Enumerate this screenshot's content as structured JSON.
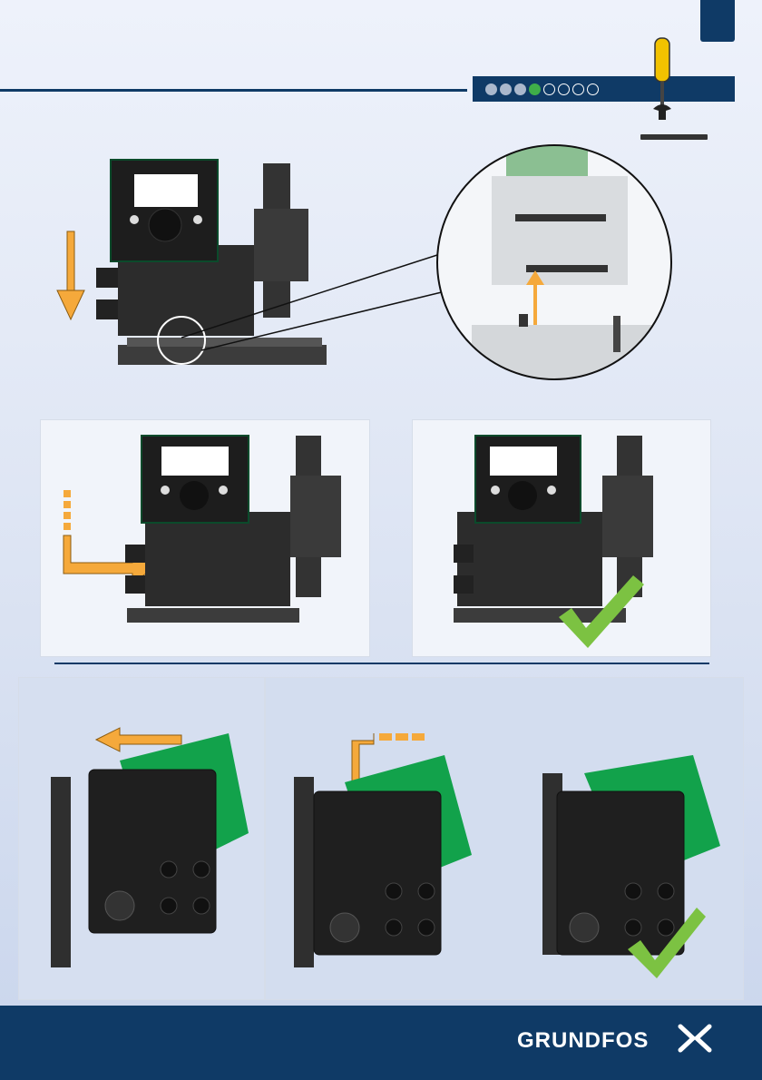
{
  "header": {
    "progress": {
      "total": 8,
      "current_step": 4
    }
  },
  "footer": {
    "brand_name": "GRUNDFOS"
  },
  "colors": {
    "navy": "#0f3a66",
    "arrow_orange": "#f5a93b",
    "check_green": "#7cc242",
    "module_green": "#12a24b",
    "step_current": "#3fae49"
  },
  "icons": {
    "tool": "screwdriver-icon",
    "brand": "grundfos-logo-icon"
  }
}
